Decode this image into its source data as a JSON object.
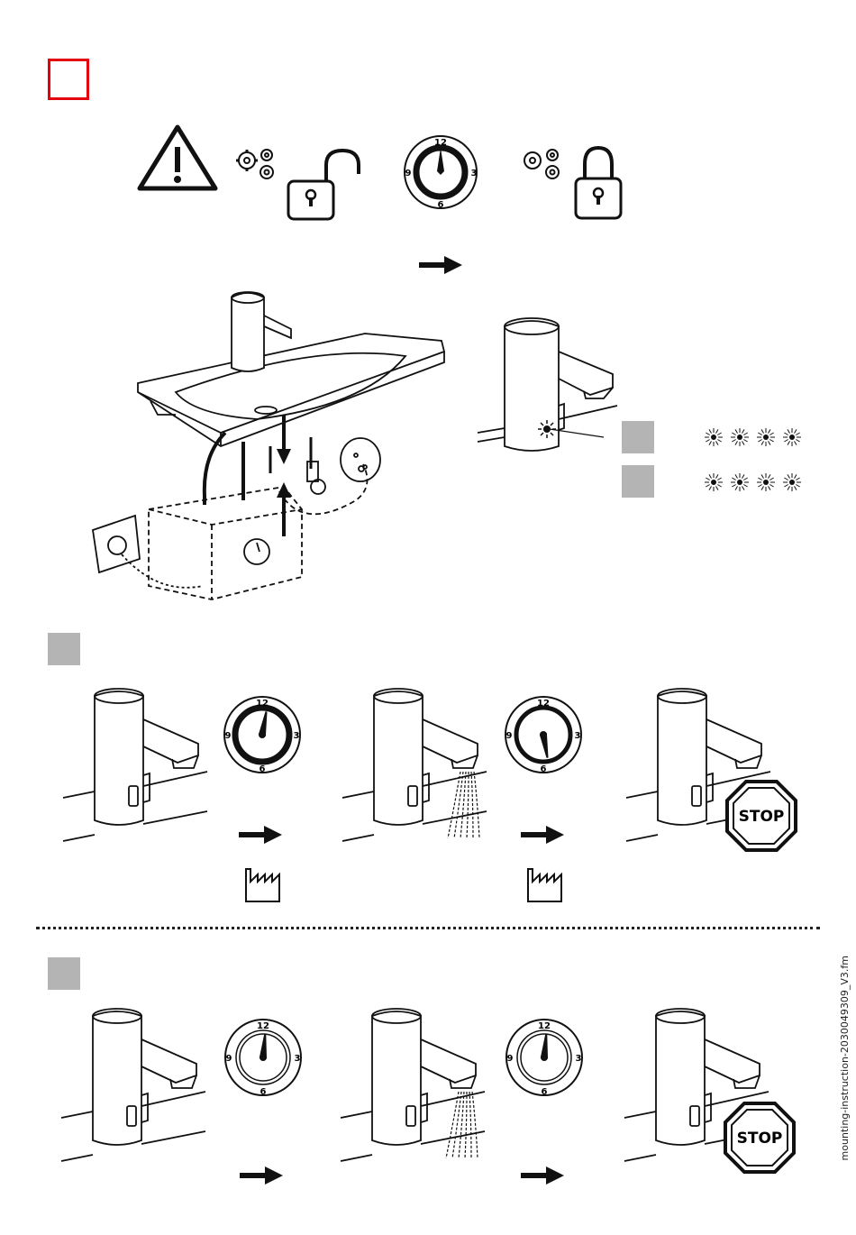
{
  "clock_labels": {
    "top": "12",
    "right": "3",
    "bottom": "6",
    "left": "9"
  },
  "stop_label": "STOP",
  "footer_text": "mounting-instruction-2030049309_V3.fm",
  "colors": {
    "accent_red": "#e3000f",
    "gray_square": "#b4b4b4",
    "ink": "#111111"
  },
  "icons": [
    "warning-icon",
    "gears-icon",
    "unlocked-padlock-icon",
    "locked-padlock-icon",
    "timer-dial-icon",
    "arrow-right-icon",
    "factory-icon",
    "stop-sign-icon",
    "faucet-icon",
    "led-blink-icon"
  ]
}
